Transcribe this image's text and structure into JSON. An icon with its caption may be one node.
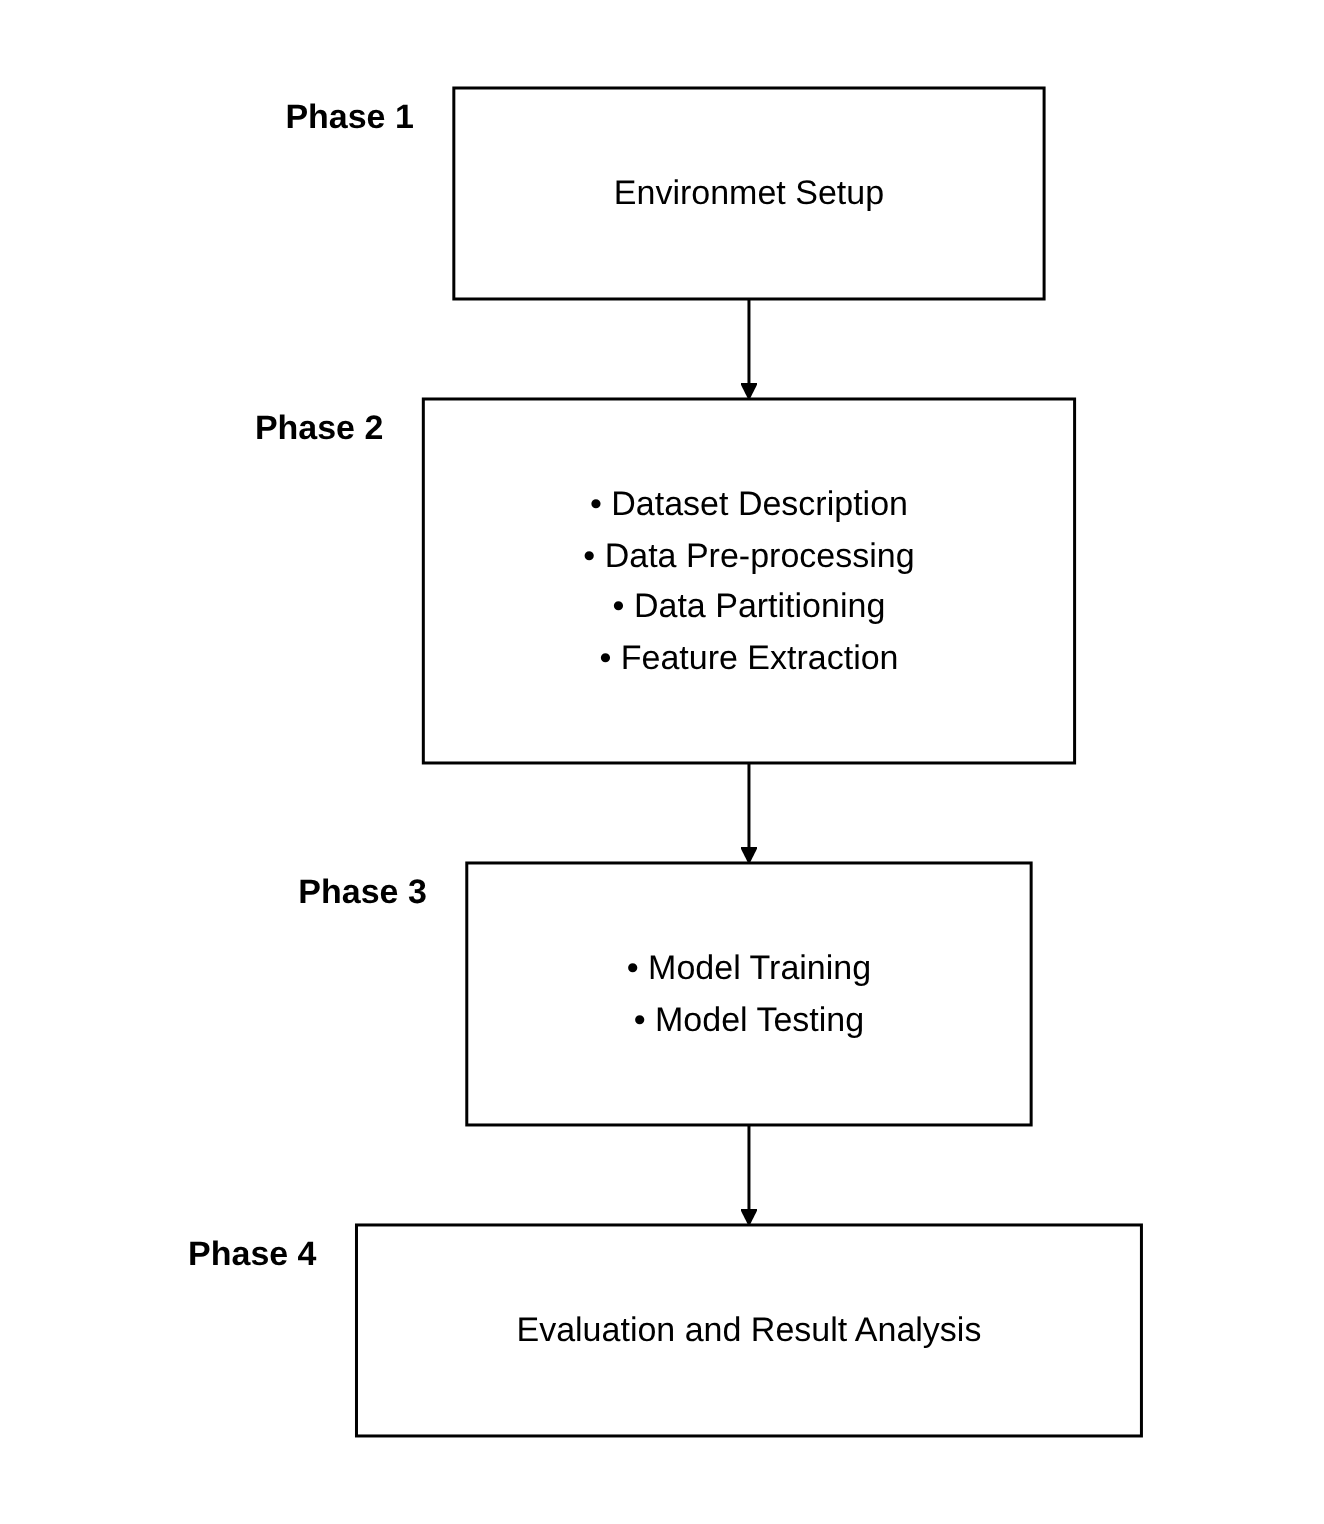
{
  "diagram": {
    "nodes": [
      {
        "text": [
          "Environmet Setup"
        ],
        "beside": [
          "Phase 1"
        ]
      },
      {
        "text": [
          "• Dataset Description",
          "• Data Pre-processing",
          "• Data Partitioning",
          "• Feature Extraction"
        ],
        "beside": [
          "Phase 2"
        ]
      },
      {
        "text": [
          "• Model Training",
          "• Model Testing"
        ],
        "beside": [
          "Phase 3"
        ]
      },
      {
        "text": [
          "Evaluation and Result Analysis"
        ],
        "beside": [
          "Phase 4"
        ]
      }
    ],
    "edges": [
      {
        "from": 0,
        "to": 1,
        "arrow": "to"
      },
      {
        "from": 1,
        "to": 2,
        "arrow": "to"
      },
      {
        "from": 2,
        "to": 3,
        "arrow": "to"
      }
    ]
  }
}
